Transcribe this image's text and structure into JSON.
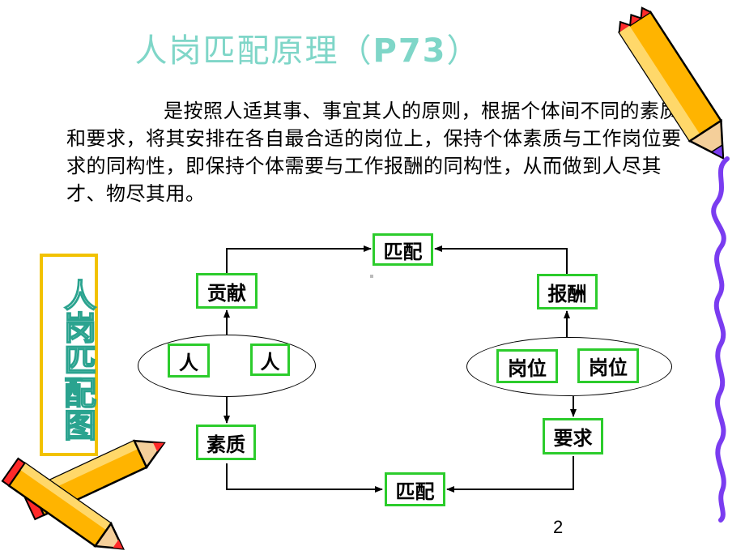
{
  "title": {
    "main": "人岗匹配原理（",
    "page_ref": "P73",
    "close": "）"
  },
  "description": "是按照人适其事、事宜其人的原则，根据个体间不同的素质和要求，将其安排在各自最合适的岗位上，保持个体素质与工作岗位要求的同构性，即保持个体需要与工作报酬的同构性，从而做到人尽其才、物尽其用。",
  "side_label": "人岗匹配图",
  "diagram": {
    "match_top": "匹配",
    "match_bottom": "匹配",
    "contribution": "贡献",
    "quality": "素质",
    "person_1": "人",
    "person_2": "人",
    "reward": "报酬",
    "requirement": "要求",
    "post_1": "岗位",
    "post_2": "岗位"
  },
  "page_number": "2",
  "colors": {
    "title": "#7fd6c8",
    "box_border": "#2ccc2c",
    "side_border": "#f2c200",
    "squiggle": "#7a3cf0"
  },
  "decorations": [
    "pencil-icon",
    "crossed-pencils-icon",
    "purple-squiggle-line"
  ]
}
